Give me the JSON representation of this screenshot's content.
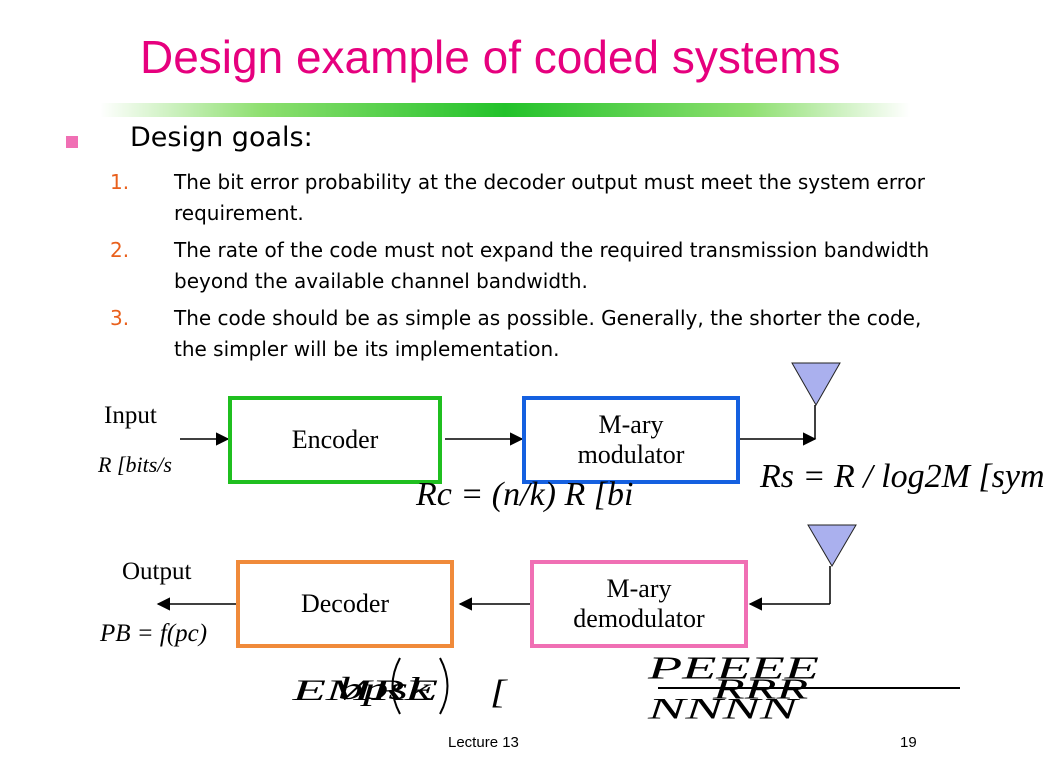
{
  "title": "Design example of coded systems",
  "goals": {
    "heading": "Design goals:",
    "items": [
      {
        "num": "1.",
        "text": "The bit error probability at the decoder output must meet the system error requirement."
      },
      {
        "num": "2.",
        "text": "The rate of the code must not expand the required transmission bandwidth beyond the available channel bandwidth."
      },
      {
        "num": "3.",
        "text": "The code should be as simple as possible. Generally, the shorter the code, the simpler will be its implementation."
      }
    ]
  },
  "diagram": {
    "input_label": "Input",
    "input_rate": "R [bits/s",
    "encoder": "Encoder",
    "modulator_line1": "M-ary",
    "modulator_line2": "modulator",
    "output_label": "Output",
    "output_prob": "PB = f(pc)",
    "decoder": "Decoder",
    "demodulator_line1": "M-ary",
    "demodulator_line2": "demodulator",
    "coded_rate": "Rc = (n/k) R [bi",
    "symbol_rate": "Rs = R / log2M [sym",
    "colors": {
      "encoder_border": "#1fbf1f",
      "modulator_border": "#1560e0",
      "decoder_border": "#f08a3a",
      "demodulator_border": "#f06fb4",
      "antenna_fill": "#aab0ee"
    }
  },
  "footer": {
    "lecture": "Lecture 13",
    "page": "19"
  }
}
